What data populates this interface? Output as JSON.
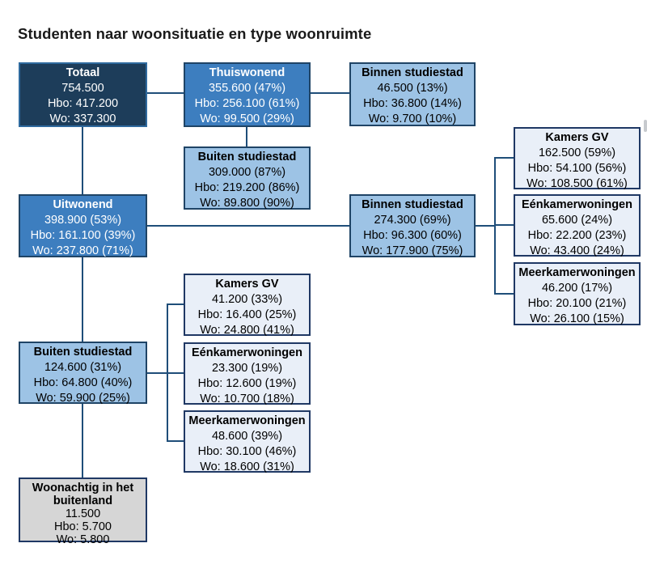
{
  "title": "Studenten naar woonsituatie en type woonruimte",
  "colors": {
    "background": "#ffffff",
    "title_text": "#1a1a1a",
    "white_text": "#ffffff",
    "dark_text": "#000000",
    "l1_fill": "#1d3d5a",
    "l1_border": "#2f6a9e",
    "l2_fill": "#3d7ebf",
    "l2_border": "#1f4466",
    "l3_fill": "#9dc3e5",
    "l3_border": "#1f4466",
    "l4_fill": "#e9eff8",
    "l4_border": "#1f3864",
    "gray_fill": "#d6d6d6",
    "gray_border": "#1f3864",
    "line": "#1f4e79",
    "scrollbar": "#c7cace"
  },
  "diagram": {
    "totaal": {
      "label": "Totaal",
      "value": "754.500",
      "hbo": "Hbo: 417.200",
      "wo": "Wo: 337.300"
    },
    "thuiswonend": {
      "label": "Thuiswonend",
      "value": "355.600 (47%)",
      "hbo": "Hbo: 256.100 (61%)",
      "wo": "Wo: 99.500 (29%)"
    },
    "thuis_binnen_studiestad": {
      "label": "Binnen studiestad",
      "value": "46.500 (13%)",
      "hbo": "Hbo: 36.800 (14%)",
      "wo": "Wo: 9.700 (10%)"
    },
    "thuis_buiten_studiestad": {
      "label": "Buiten studiestad",
      "value": "309.000 (87%)",
      "hbo": "Hbo: 219.200 (86%)",
      "wo": "Wo: 89.800 (90%)"
    },
    "uitwonend": {
      "label": "Uitwonend",
      "value": "398.900 (53%)",
      "hbo": "Hbo: 161.100 (39%)",
      "wo": "Wo: 237.800 (71%)"
    },
    "uit_binnen_studiestad": {
      "label": "Binnen studiestad",
      "value": "274.300 (69%)",
      "hbo": "Hbo: 96.300 (60%)",
      "wo": "Wo: 177.900 (75%)"
    },
    "uit_binnen_kamers_gv": {
      "label": "Kamers GV",
      "value": "162.500 (59%)",
      "hbo": "Hbo: 54.100 (56%)",
      "wo": "Wo: 108.500 (61%)"
    },
    "uit_binnen_eenkamerwoningen": {
      "label": "Eénkamerwoningen",
      "value": "65.600 (24%)",
      "hbo": "Hbo: 22.200 (23%)",
      "wo": "Wo: 43.400 (24%)"
    },
    "uit_binnen_meerkamerwoningen": {
      "label": "Meerkamerwoningen",
      "value": "46.200 (17%)",
      "hbo": "Hbo: 20.100 (21%)",
      "wo": "Wo: 26.100 (15%)"
    },
    "uit_buiten_studiestad": {
      "label": "Buiten studiestad",
      "value": "124.600 (31%)",
      "hbo": "Hbo: 64.800 (40%)",
      "wo": "Wo: 59.900 (25%)"
    },
    "uit_buiten_kamers_gv": {
      "label": "Kamers GV",
      "value": "41.200 (33%)",
      "hbo": "Hbo: 16.400 (25%)",
      "wo": "Wo: 24.800 (41%)"
    },
    "uit_buiten_eenkamerwoningen": {
      "label": "Eénkamerwoningen",
      "value": "23.300 (19%)",
      "hbo": "Hbo: 12.600 (19%)",
      "wo": "Wo: 10.700 (18%)"
    },
    "uit_buiten_meerkamerwoningen": {
      "label": "Meerkamerwoningen",
      "value": "48.600 (39%)",
      "hbo": "Hbo: 30.100 (46%)",
      "wo": "Wo: 18.600 (31%)"
    },
    "woonachtig_buitenland": {
      "label": "Woonachtig in het buitenland",
      "value": "11.500",
      "hbo": "Hbo: 5.700",
      "wo": "Wo: 5.800"
    }
  }
}
